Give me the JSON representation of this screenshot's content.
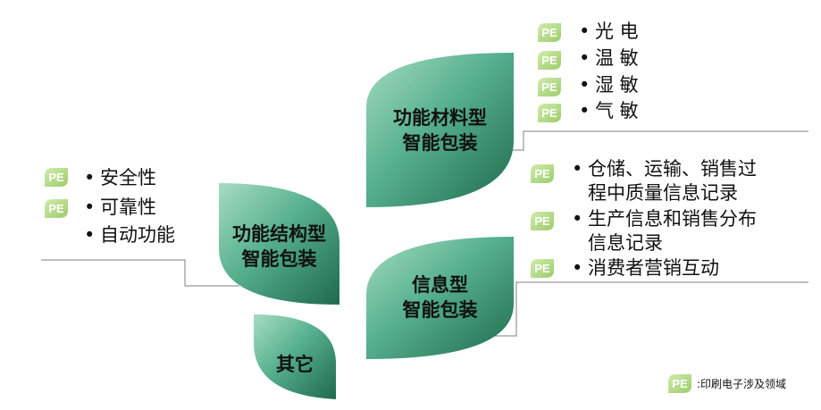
{
  "colors": {
    "leaf_light": "#8ecfb2",
    "leaf_mid": "#3c9b79",
    "leaf_dark": "#1f6f52",
    "pe_badge": "#b7d98a",
    "connector": "#7f7f7f"
  },
  "leaves": {
    "material": [
      "功能材料型",
      "智能包装"
    ],
    "structure": [
      "功能结构型",
      "智能包装"
    ],
    "information": [
      "信息型",
      "智能包装"
    ],
    "other": [
      "其它"
    ]
  },
  "material_items": [
    "光 电",
    "温 敏",
    "湿 敏",
    "气 敏"
  ],
  "structure_items": [
    "安全性",
    "可靠性",
    "自动功能"
  ],
  "information_items": [
    "仓储、运输、销售过\n程中质量信息记录",
    "生产信息和销售分布\n信息记录",
    "消费者营销互动"
  ],
  "bullet_symbol": "•",
  "pe_badge_label": "PE",
  "legend": {
    "badge": "PE",
    "text": ":印刷电子涉及领域"
  }
}
